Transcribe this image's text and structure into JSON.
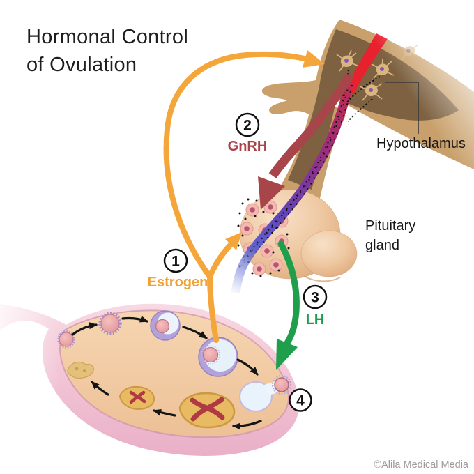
{
  "title": {
    "line1": "Hormonal Control",
    "line2": "of Ovulation"
  },
  "labels": {
    "hypothalamus": "Hypothalamus",
    "pituitary_line1": "Pituitary",
    "pituitary_line2": "gland"
  },
  "steps": [
    {
      "number": "1",
      "label": "Estrogen",
      "color": "#f0a236"
    },
    {
      "number": "2",
      "label": "GnRH",
      "color": "#a9424a"
    },
    {
      "number": "3",
      "label": "LH",
      "color": "#1d9c4c"
    },
    {
      "number": "4",
      "label": ""
    }
  ],
  "watermark": "©Alila Medical Media",
  "colors": {
    "estrogen_arrow": "#f5a63a",
    "gnrh_arrow": "#a8454a",
    "lh_arrow": "#1f9e4b",
    "hypothalamus_outer": "#c9a06b",
    "hypothalamus_inner": "#7d6140",
    "blood_vessel_red": "#e8212f",
    "portal_band_purple": "#6f46b0",
    "pituitary_beige": "#eec5a0",
    "ovary_pink": "#f1c4d4",
    "ovary_stroma": "#f0c8a3",
    "corpus_luteum_gold": "#e8ba62"
  }
}
